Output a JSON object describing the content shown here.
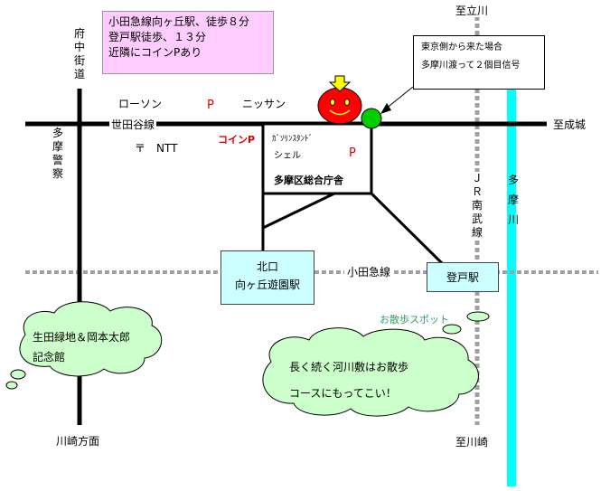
{
  "info_box": {
    "line1": "小田急線向ヶ丘駅、徒歩８分",
    "line2": "登戸駅徒歩、１３分",
    "line3": "近隣にコインPあり"
  },
  "callout": {
    "line1": "東京側から来た場合",
    "line2": "多摩川渡って２個目信号"
  },
  "roads": {
    "fuchu_kaido": "府中街道",
    "setagaya_sen": "世田谷線",
    "tama_keisatsu": "多摩警察",
    "to_seijo": "至成城",
    "to_tachikawa": "至立川",
    "to_kawasaki": "至川崎",
    "kawasaki_houmen": "川崎方面"
  },
  "rail": {
    "odakyu_sen": "小田急線",
    "jr_nambu": "ＪＲ南武線"
  },
  "river": {
    "tamagawa": "多摩川"
  },
  "landmarks": {
    "lawson": "ローソン",
    "nissan": "ニッサン",
    "ntt": "〒　NTT",
    "parking1": "P",
    "coin_parking": "コインP",
    "parking2": "P",
    "gas_station_line1": "ｶﾞｿﾘﾝｽﾀﾝﾄﾞ",
    "gas_station_line2": "シェル",
    "tama_ward_office": "多摩区総合庁舎"
  },
  "stations": {
    "mukogaoka_line1": "北口",
    "mukogaoka_line2": "向ヶ丘遊園駅",
    "noborito": "登戸駅"
  },
  "clouds": {
    "ikuta": "生田緑地＆岡本太郎記念館",
    "sanpo_spot": "お散歩スポット",
    "riverside_line1": "長く続く河川敷はお散歩",
    "riverside_line2": "コースにもってこい！"
  },
  "colors": {
    "info_bg": "#ffccff",
    "station_bg": "#ccffff",
    "river": "#00ffff",
    "marker_red": "#ff0000",
    "signal_green": "#00cc00",
    "arrow_yellow": "#ffff00",
    "cloud_fill": "#ccffcc"
  },
  "icons": {
    "destination_marker": "smiley-face-icon",
    "traffic_signal": "green-circle-icon",
    "down_arrow": "down-arrow-icon"
  }
}
